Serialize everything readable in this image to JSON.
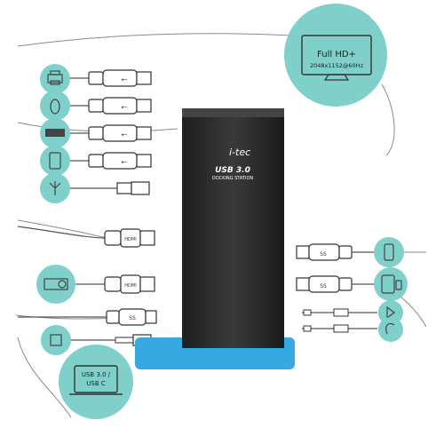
{
  "dock": {
    "brand": "i-tec",
    "model": "USB 3.0",
    "subtitle": "DOCKING STATION"
  },
  "monitor": {
    "line1": "Full HD+",
    "line2": "2048x1152@60Hz"
  },
  "laptop": {
    "line1": "USB 3.0 /",
    "line2": "USB C"
  },
  "port_labels": {
    "hdmi": "HDMI",
    "ss": "SS"
  },
  "left_devices": [
    "printer-icon",
    "mouse-icon",
    "keyboard-icon",
    "tablet-icon",
    "ethernet-icon",
    "projector-icon",
    "speaker-icon"
  ],
  "right_devices": [
    "phone-icon",
    "tablet-phone-icon",
    "microphone-icon",
    "headset-icon"
  ],
  "colors": {
    "teal": "#7fcfcb",
    "dock_body": "#2b2b2b",
    "dock_stand": "#35a9e0",
    "line": "#6b6b6b"
  }
}
